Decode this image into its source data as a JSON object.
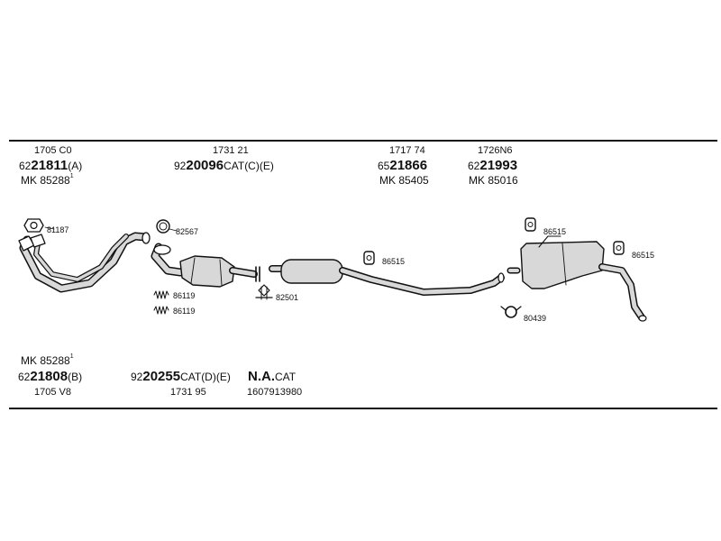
{
  "top": [
    {
      "code": "1705 C0",
      "pre": "62",
      "bold": "21811",
      "suf": "(A)",
      "mk": "MK 85288",
      "sup": "1"
    },
    {
      "code": "1731 21",
      "pre": "92",
      "bold": "20096",
      "suf": "CAT(C)(E)"
    },
    {
      "code": "1717 74",
      "pre": "65",
      "bold": "21866",
      "mk": "MK 85405"
    },
    {
      "code": "1726N6",
      "pre": "62",
      "bold": "21993",
      "mk": "MK 85016"
    }
  ],
  "bottom": [
    {
      "mk": "MK 85288",
      "sup": "1",
      "pre": "62",
      "bold": "21808",
      "suf": "(B)",
      "code": "1705 V8"
    },
    {
      "pre": "92",
      "bold": "20255",
      "suf": "CAT(D)(E)",
      "code": "1731 95"
    },
    {
      "bold": "N.A.",
      "suf": "CAT",
      "code": "1607913980"
    }
  ],
  "labels": {
    "l81187": "81187",
    "l82567": "82567",
    "l86119a": "86119",
    "l86119b": "86119",
    "l82501": "82501",
    "l86515a": "86515",
    "l86515b": "86515",
    "l86515c": "86515",
    "l80439": "80439"
  },
  "colors": {
    "ink": "#111111",
    "fill": "#d8d8d8",
    "background": "#ffffff"
  }
}
